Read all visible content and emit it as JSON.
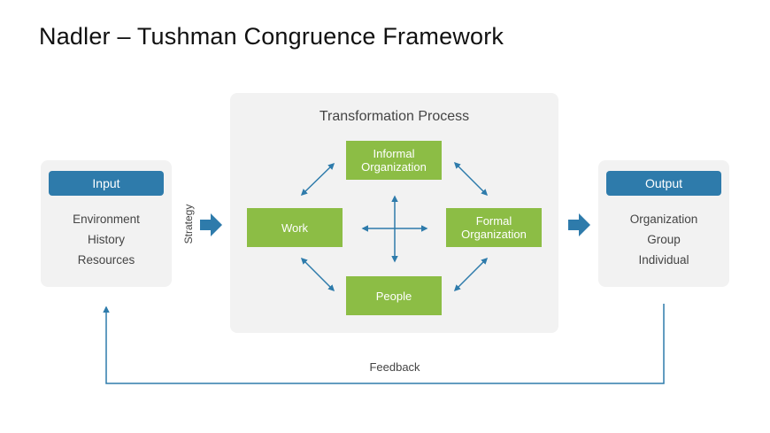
{
  "title": "Nadler – Tushman Congruence Framework",
  "input": {
    "header": "Input",
    "items": [
      "Environment",
      "History",
      "Resources"
    ]
  },
  "strategy_label": "Strategy",
  "process": {
    "title": "Transformation Process",
    "informal": [
      "Informal",
      "Organization"
    ],
    "formal": [
      "Formal",
      "Organization"
    ],
    "work": "Work",
    "people": "People"
  },
  "output": {
    "header": "Output",
    "items": [
      "Organization",
      "Group",
      "Individual"
    ]
  },
  "feedback_label": "Feedback",
  "colors": {
    "accent_blue": "#2e7bab",
    "green": "#8cbd45",
    "panel": "#f2f2f2"
  }
}
